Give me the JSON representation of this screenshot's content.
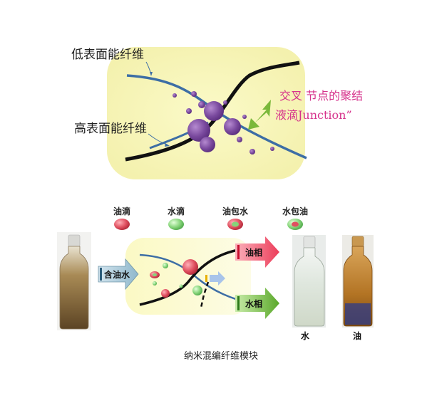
{
  "top": {
    "low_fiber_label": "低表面能纤维",
    "high_fiber_label": "高表面能纤维",
    "junction_line1": "交叉 节点的聚结",
    "junction_line2": "液滴Junction”"
  },
  "legend": {
    "items": [
      {
        "label": "油滴"
      },
      {
        "label": "水滴"
      },
      {
        "label": "油包水"
      },
      {
        "label": "水包油"
      }
    ]
  },
  "bottom": {
    "input_label": "含油水",
    "oil_phase_label": "油相",
    "water_phase_label": "水相",
    "water_bottle_label": "水",
    "oil_bottle_label": "油",
    "caption": "纳米混编纤维模块"
  },
  "colors": {
    "panel_yellow": "#fbf9c4",
    "fiber_blue": "#3d6ea5",
    "fiber_black": "#111111",
    "droplet_purple": "#7a4a9e",
    "arrow_green": "#7ab83a",
    "label_magenta": "#d6338c",
    "oil_red": "#e05060",
    "water_green": "#7fd47a",
    "input_blue": "#a9c8da"
  }
}
